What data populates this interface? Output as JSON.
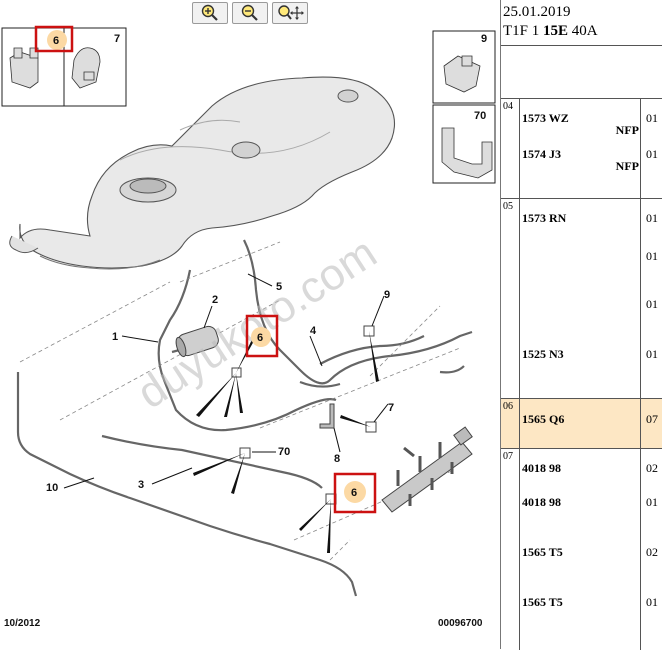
{
  "toolbar": {
    "buttons": [
      {
        "icon": "zoom-in-icon"
      },
      {
        "icon": "zoom-out-icon"
      },
      {
        "icon": "zoom-pan-icon"
      }
    ]
  },
  "diagram": {
    "inset_labels": {
      "left_a": "6",
      "left_b": "7",
      "right_a": "9",
      "right_b": "70"
    },
    "callouts": [
      "1",
      "2",
      "3",
      "4",
      "5",
      "6",
      "6",
      "6",
      "7",
      "8",
      "9",
      "10",
      "70"
    ],
    "watermark": "duyukoto.com",
    "footer_left": "10/2012",
    "footer_right": "00096700",
    "highlight_color": "#fcd9a4",
    "box_color": "#cc1111"
  },
  "panel": {
    "date": "25.01.2019",
    "code_prefix": "T1F 1",
    "code_bold": "15E",
    "code_suffix": "40A",
    "groups": [
      {
        "index": "04",
        "rows": [
          {
            "ref": "1573 WZ",
            "note": "NFP",
            "qty": "01"
          },
          {
            "ref": "1574 J3",
            "note": "NFP",
            "qty": "01"
          }
        ]
      },
      {
        "index": "05",
        "rows": [
          {
            "ref": "1573 RN",
            "qty": "01"
          },
          {
            "ref": "",
            "qty": "01"
          },
          {
            "ref": "",
            "qty": "01"
          },
          {
            "ref": "1525 N3",
            "qty": "01"
          }
        ]
      },
      {
        "index": "06",
        "highlight": true,
        "rows": [
          {
            "ref": "1565 Q6",
            "qty": "07"
          }
        ]
      },
      {
        "index": "07",
        "rows": [
          {
            "ref": "4018 98",
            "qty": "02"
          },
          {
            "ref": "4018 98",
            "qty": "01"
          },
          {
            "ref": "1565 T5",
            "qty": "02"
          },
          {
            "ref": "1565 T5",
            "qty": "01"
          }
        ]
      }
    ]
  }
}
